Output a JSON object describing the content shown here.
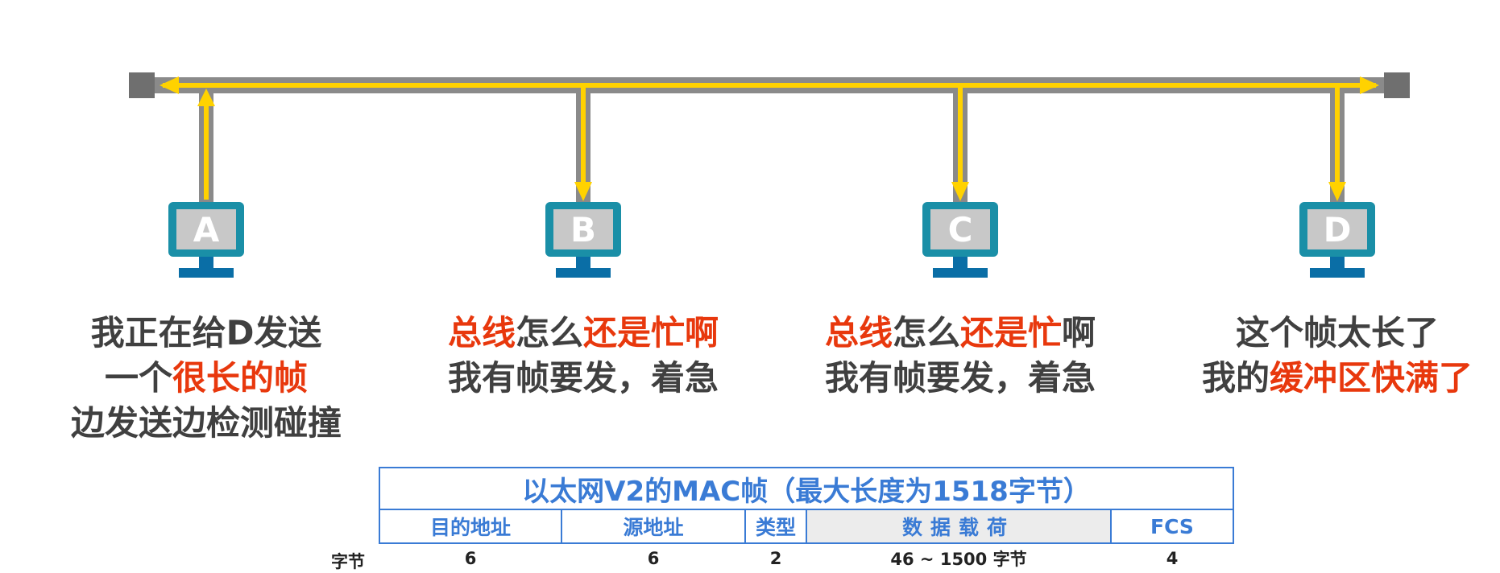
{
  "colors": {
    "bus": "#8a8a8a",
    "bus_end": "#6f6f6f",
    "signal": "#ffd200",
    "monitor_frame": "#1a8fa7",
    "monitor_screen": "#c8c8c8",
    "monitor_base": "#0a6ea6",
    "highlight_text": "#e8380d",
    "body_text": "#404040",
    "table_accent": "#3a7bd5"
  },
  "stations": [
    {
      "label": "A",
      "caption": [
        [
          {
            "t": "我正在给D发送",
            "hl": false
          }
        ],
        [
          {
            "t": "一个",
            "hl": false
          },
          {
            "t": "很长的帧",
            "hl": true
          }
        ],
        [
          {
            "t": "边发送边检测碰撞",
            "hl": false
          }
        ]
      ]
    },
    {
      "label": "B",
      "caption": [
        [
          {
            "t": "总线",
            "hl": true
          },
          {
            "t": "怎么",
            "hl": false
          },
          {
            "t": "还是忙啊",
            "hl": true
          }
        ],
        [
          {
            "t": "我有帧要发，着急",
            "hl": false
          }
        ]
      ]
    },
    {
      "label": "C",
      "caption": [
        [
          {
            "t": "总线",
            "hl": true
          },
          {
            "t": "怎么",
            "hl": false
          },
          {
            "t": "还是忙",
            "hl": true
          },
          {
            "t": "啊",
            "hl": false
          }
        ],
        [
          {
            "t": "我有帧要发，着急",
            "hl": false
          }
        ]
      ]
    },
    {
      "label": "D",
      "caption": [
        [
          {
            "t": "这个帧太长了",
            "hl": false
          }
        ],
        [
          {
            "t": "我的",
            "hl": false
          },
          {
            "t": "缓冲区快满了",
            "hl": true
          }
        ]
      ]
    }
  ],
  "frame_table": {
    "title": "以太网V2的MAC帧（最大长度为1518字节）",
    "fields": [
      "目的地址",
      "源地址",
      "类型",
      "数据载荷",
      "FCS"
    ],
    "bytes_label": "字节",
    "bytes": [
      "6",
      "6",
      "2",
      "46 ~ 1500 字节",
      "4"
    ]
  }
}
